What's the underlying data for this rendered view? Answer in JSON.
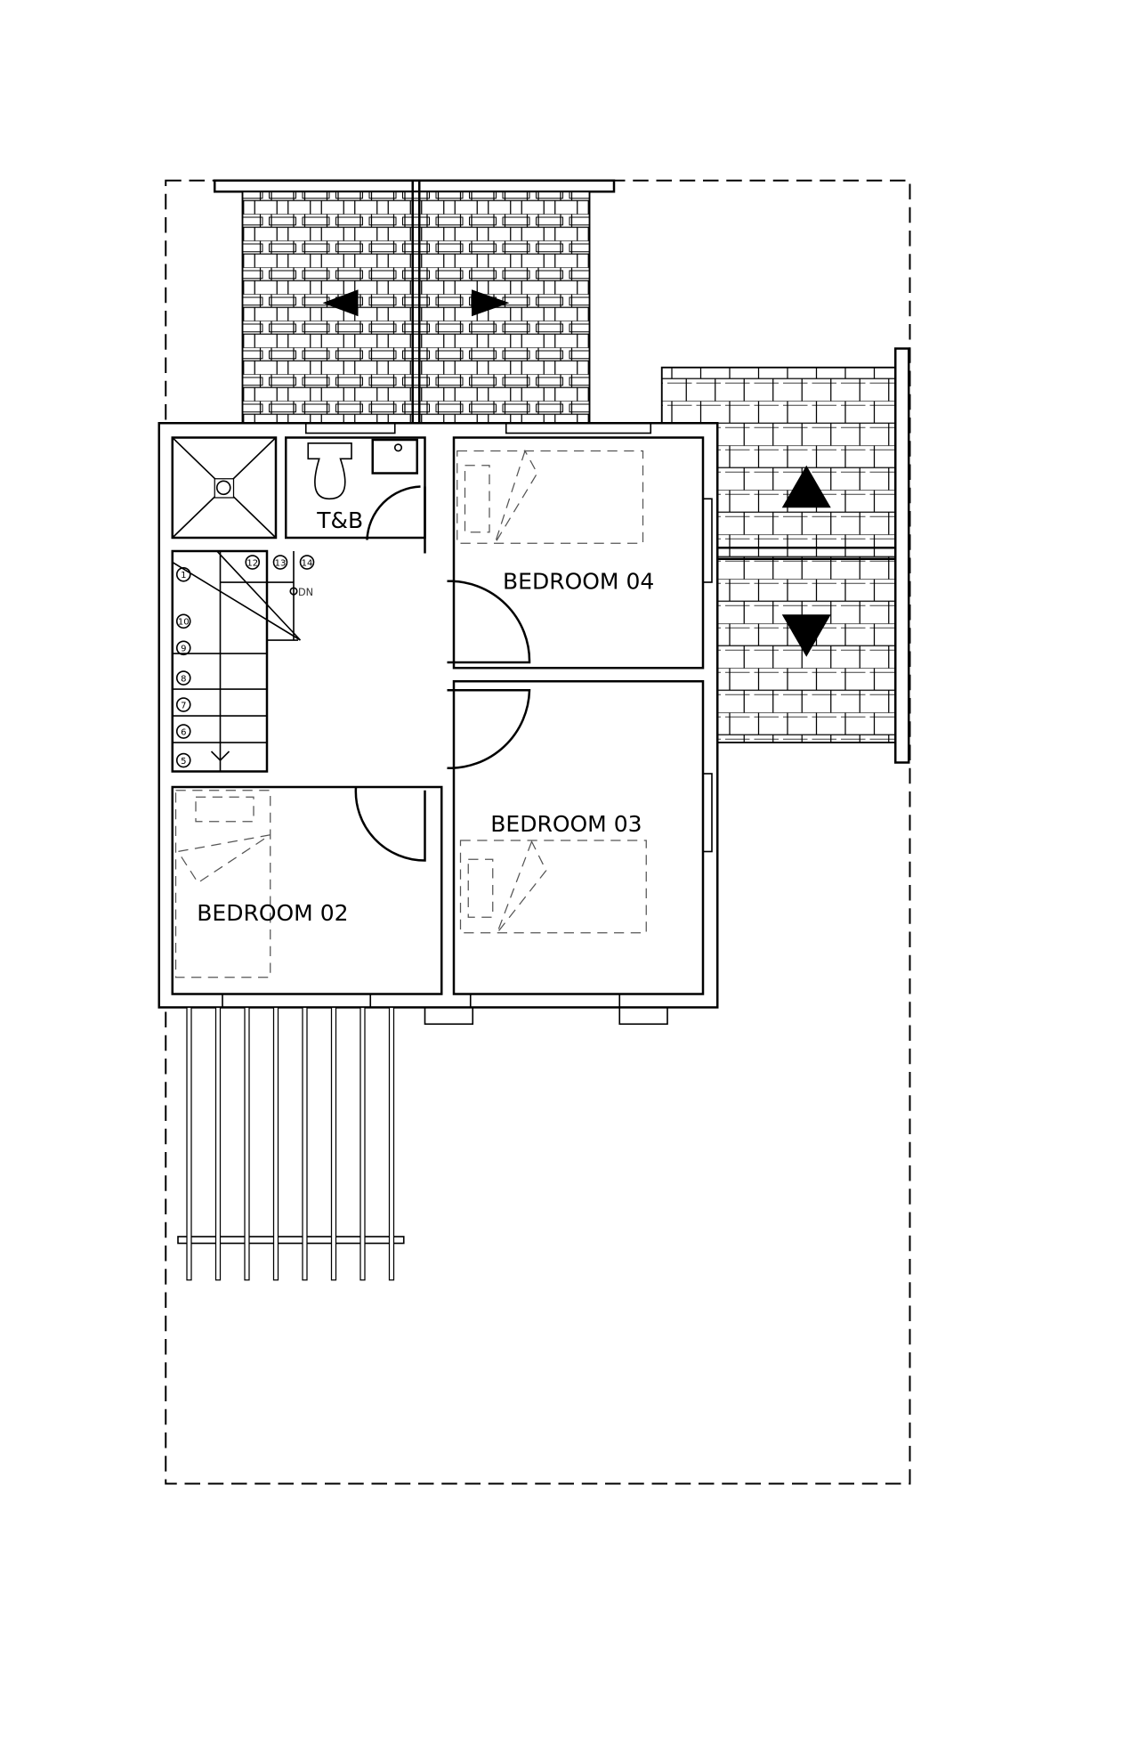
{
  "plan": {
    "rooms": {
      "bedroom_04": "BEDROOM  04",
      "bedroom_03": "BEDROOM  03",
      "bedroom_02": "BEDROOM  02",
      "toilet_bath": "T&B"
    },
    "stair": {
      "direction_label": "DN",
      "steps": [
        "1",
        "5",
        "6",
        "7",
        "8",
        "9",
        "10",
        "12",
        "13",
        "14"
      ]
    },
    "colors": {
      "line": "#000000",
      "furniture": "#555555",
      "background": "#ffffff"
    }
  }
}
